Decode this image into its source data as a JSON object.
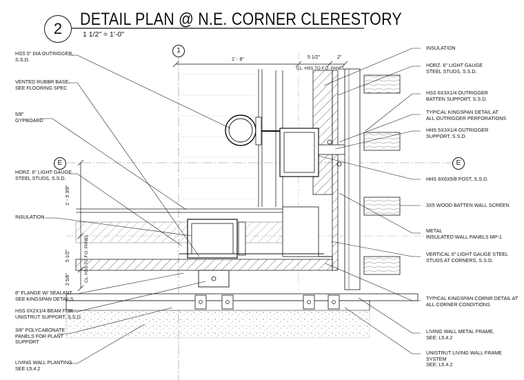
{
  "header": {
    "number": "2",
    "title": "DETAIL PLAN @ N.E. CORNER CLERESTORY",
    "scale": "1 1/2\" = 1'-0\""
  },
  "grid_bubbles": {
    "top": "1",
    "left": "E",
    "right": "E"
  },
  "dimensions": {
    "top_left": "1' - 8\"",
    "top_center": "5 1/2\"",
    "top_right": "2\"",
    "top_cl_note": "CL. HSS TO F.O. PANEL",
    "side_1": "1' - 0 3/8\"",
    "side_2": "5 1/2\"",
    "side_3": "2 5/8\"",
    "side_cl_note": "CL. HSS TO F.O. PANEL"
  },
  "left_notes": [
    {
      "id": "hss-outrigger",
      "lines": [
        "HSS 5\" DIA OUTRIGGER,",
        "S.S.D."
      ]
    },
    {
      "id": "rubber-base",
      "lines": [
        "VENTED RUBBR BASE,",
        "SEE FLOORING SPEC"
      ]
    },
    {
      "id": "gypboard",
      "lines": [
        "5/8\"",
        "GYPBOARD"
      ]
    },
    {
      "id": "horz-studs",
      "lines": [
        "HORZ. 6\" LIGHT GAUGE",
        "STEEL STUDS, S.S.D."
      ]
    },
    {
      "id": "insulation",
      "lines": [
        "INSULATION"
      ]
    },
    {
      "id": "flange",
      "lines": [
        "8\" FLANGE W/ SEALANT",
        "SEE KINGSPAN DETAILS"
      ]
    },
    {
      "id": "hss-beam",
      "lines": [
        "HSS 6x2x1/4 BEAM FOR",
        "UNISTRUT SUPPORT, S.S.D."
      ]
    },
    {
      "id": "polycarbonate",
      "lines": [
        "3/8\" POLYCABONATE",
        "PANELS FOR PLANT",
        "SUPPORT"
      ]
    },
    {
      "id": "planting",
      "lines": [
        "LIVING WALL PLANTING",
        "SEE L5.4.2"
      ]
    }
  ],
  "right_notes": [
    {
      "id": "insulation",
      "lines": [
        "INSULATION"
      ]
    },
    {
      "id": "horz-studs",
      "lines": [
        "HORZ. 6\" LIGHT GAUGE",
        "STEEL STUDS, S.S.D."
      ]
    },
    {
      "id": "batten-support",
      "lines": [
        "HSS 6x3x1/4 OUTRIGGER",
        "BATTEN SUPPORT, S.S.D."
      ]
    },
    {
      "id": "kingspan",
      "lines": [
        "TYPICAL KINGSPAN DETAIL AT",
        "ALL OUTRIGGER PERFORATIONS"
      ]
    },
    {
      "id": "outrigger-support",
      "lines": [
        "HHS 5x3x1/4 OUTRIGGER",
        "SUPPORT, S.S.D."
      ]
    },
    {
      "id": "post",
      "lines": [
        "HHS 8x6x5/8 POST, S.S.D."
      ]
    },
    {
      "id": "batten-screen",
      "lines": [
        "3X5 WOOD BATTEN WALL SCREEN"
      ]
    },
    {
      "id": "metal-panels",
      "lines": [
        "METAL",
        "INSULATED WALL PANELS MP-1"
      ]
    },
    {
      "id": "vert-studs",
      "lines": [
        "VERTICAL 6\" LIGHT GAUGE STEEL",
        "STUDS AT CORNERS, S.S.D."
      ]
    },
    {
      "id": "corner-detail",
      "lines": [
        "TYPICAL KINGSPAN CORNR DETAIL AT",
        "ALL CORNER CONDITIONS"
      ]
    },
    {
      "id": "living-wall-frame",
      "lines": [
        "LIVING WALL METAL FRAME,",
        "SEE; L5.4.2"
      ]
    },
    {
      "id": "unistrut-frame",
      "lines": [
        "UNISTRUT LIVING WALL FRAME",
        "SYSTEM",
        "SEE; L5.4.2"
      ]
    }
  ]
}
